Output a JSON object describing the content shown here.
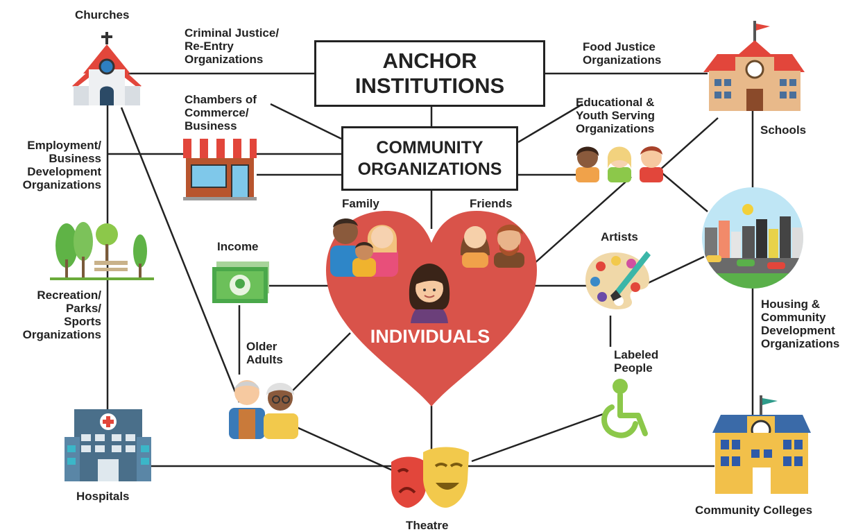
{
  "anchor": {
    "line1": "ANCHOR",
    "line2": "INSTITUTIONS"
  },
  "community": {
    "line1": "COMMUNITY",
    "line2": "ORGANIZATIONS"
  },
  "center": "INDIVIDUALS",
  "labels": {
    "churches": "Churches",
    "criminal_justice": [
      "Criminal Justice/",
      "Re-Entry",
      "Organizations"
    ],
    "chambers": [
      "Chambers of",
      "Commerce/",
      "Business"
    ],
    "employment": [
      "Employment/",
      "Business",
      "Development",
      "Organizations"
    ],
    "recreation": [
      "Recreation/",
      "Parks/",
      "Sports",
      "Organizations"
    ],
    "hospitals": "Hospitals",
    "theatre": "Theatre",
    "family": "Family",
    "friends": "Friends",
    "income": "Income",
    "older_adults": [
      "Older",
      "Adults"
    ],
    "food_justice": [
      "Food Justice",
      "Organizations"
    ],
    "educational": [
      "Educational &",
      "Youth Serving",
      "Organizations"
    ],
    "schools": "Schools",
    "artists": "Artists",
    "housing": [
      "Housing &",
      "Community",
      "Development",
      "Organizations"
    ],
    "labeled_people": [
      "Labeled",
      "People"
    ],
    "community_colleges": "Community Colleges"
  },
  "colors": {
    "heart": "#d9534a",
    "line": "#222222",
    "accent_red": "#e0473c",
    "accent_green": "#2e9b5a"
  },
  "icons": [
    "church-icon",
    "storefront-icon",
    "park-icon",
    "hospital-icon",
    "theatre-masks-icon",
    "money-icon",
    "older-adults-icon",
    "family-icon",
    "friends-icon",
    "person-icon",
    "children-icon",
    "school-icon",
    "city-icon",
    "palette-icon",
    "wheelchair-icon",
    "college-icon"
  ]
}
